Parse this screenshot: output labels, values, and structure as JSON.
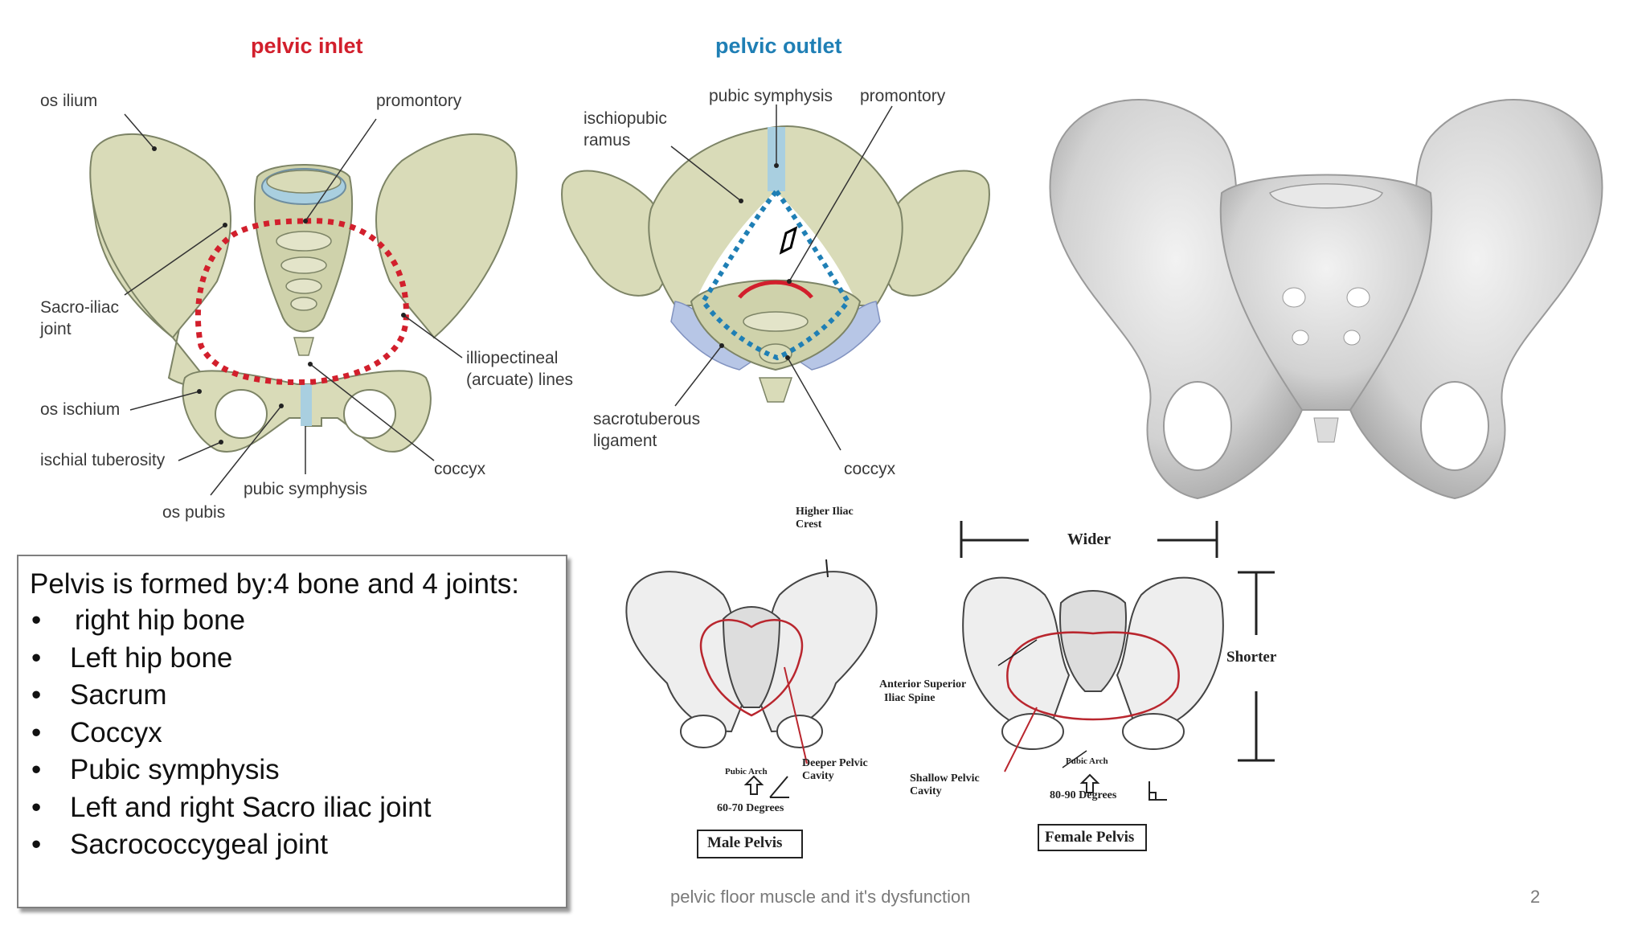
{
  "inlet": {
    "title": "pelvic inlet",
    "labels": {
      "os_ilium": "os ilium",
      "promontory": "promontory",
      "sacro_iliac_1": "Sacro-iliac",
      "sacro_iliac_2": "joint",
      "illiopectineal_1": "illiopectineal",
      "illiopectineal_2": "(arcuate) lines",
      "os_ischium": "os ischium",
      "ischial_tuberosity": "ischial tuberosity",
      "coccyx": "coccyx",
      "pubic_symphysis": "pubic symphysis",
      "os_pubis": "os pubis"
    }
  },
  "outlet": {
    "title": "pelvic outlet",
    "labels": {
      "pubic_symphysis": "pubic symphysis",
      "promontory": "promontory",
      "ischiopubic_1": "ischiopubic",
      "ischiopubic_2": "ramus",
      "sacrotuberous_1": "sacrotuberous",
      "sacrotuberous_2": "ligament",
      "coccyx": "coccyx"
    }
  },
  "comparison": {
    "higher_iliac_1": "Higher Iliac",
    "higher_iliac_2": "Crest",
    "wider": "Wider",
    "shorter": "Shorter",
    "asis_1": "Anterior Superior",
    "asis_2": "Iliac Spine",
    "male_pubic_arch": "Pubic Arch",
    "male_deeper_1": "Deeper Pelvic",
    "male_deeper_2": "Cavity",
    "male_degrees": "60-70 Degrees",
    "male_title": "Male Pelvis",
    "female_shallow_1": "Shallow Pelvic",
    "female_shallow_2": "Cavity",
    "female_pubic_arch": "Pubic Arch",
    "female_degrees": "80-90 Degrees",
    "female_title": "Female Pelvis"
  },
  "textbox": {
    "heading": "Pelvis is formed by:4 bone and 4 joints:",
    "items": [
      " right hip bone",
      "Left hip bone",
      "Sacrum",
      "Coccyx",
      "Pubic symphysis",
      "Left and right Sacro iliac joint",
      "Sacrococcygeal joint"
    ]
  },
  "footer": {
    "caption": "pelvic floor muscle and it's dysfunction",
    "page_number": "2"
  },
  "colors": {
    "inlet_red": "#d21f2c",
    "outlet_blue": "#1f7fb5",
    "bone_fill": "#d9dbb8",
    "bone_stroke": "#7d8466",
    "ligament_blue": "#b7c6e6"
  }
}
